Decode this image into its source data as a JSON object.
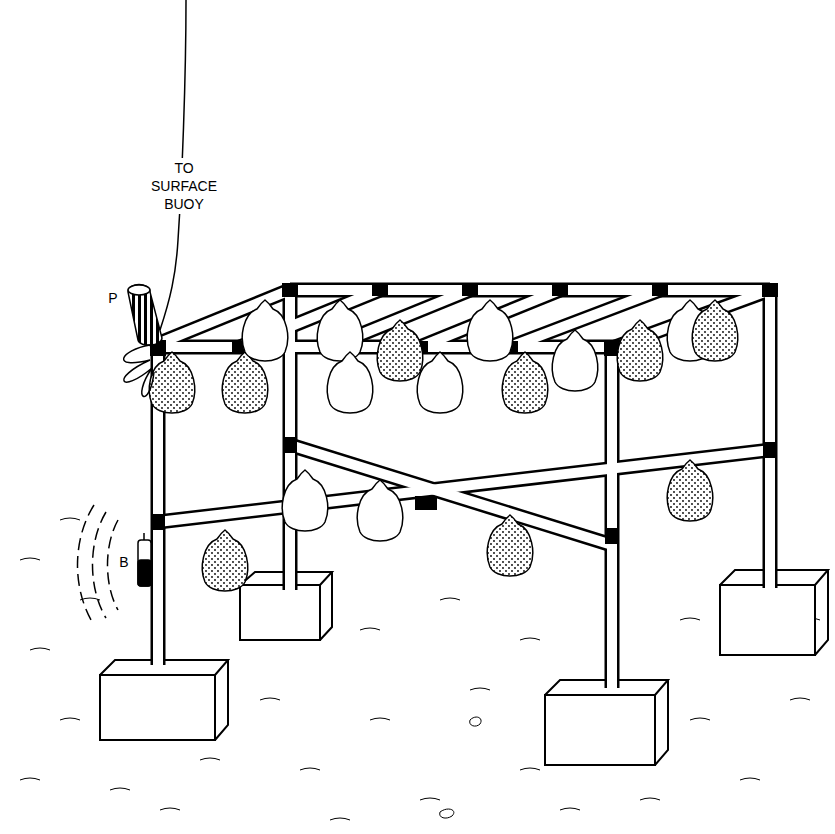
{
  "diagram": {
    "labels": [
      "TO SURFACE BUOY",
      "P",
      "B"
    ]
  }
}
